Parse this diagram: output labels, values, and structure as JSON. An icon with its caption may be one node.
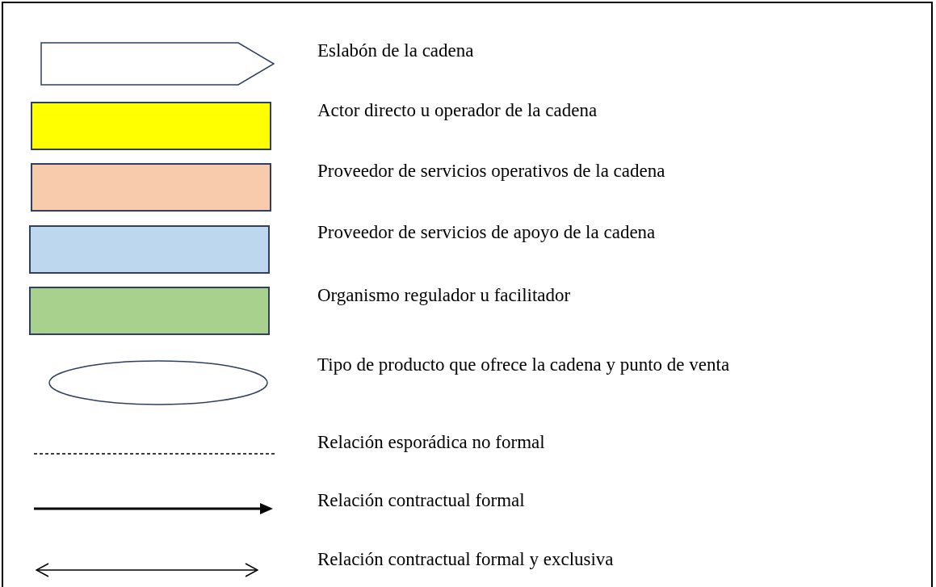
{
  "diagram": {
    "legend": [
      {
        "text": "Eslabón de la cadena"
      },
      {
        "text": "Actor directo u operador de la cadena",
        "color": "#ffff00"
      },
      {
        "text": "Proveedor de servicios operativos de la cadena",
        "color": "#f8cbad"
      },
      {
        "text": "Proveedor de servicios de apoyo de la cadena",
        "color": "#bdd7ee"
      },
      {
        "text": "Organismo regulador u facilitador",
        "color": "#a9d18e"
      },
      {
        "text": "Tipo de producto que ofrece la cadena y punto de venta"
      },
      {
        "text": "Relación esporádica no formal"
      },
      {
        "text": "Relación contractual formal"
      },
      {
        "text": "Relación contractual formal y exclusiva"
      }
    ]
  }
}
